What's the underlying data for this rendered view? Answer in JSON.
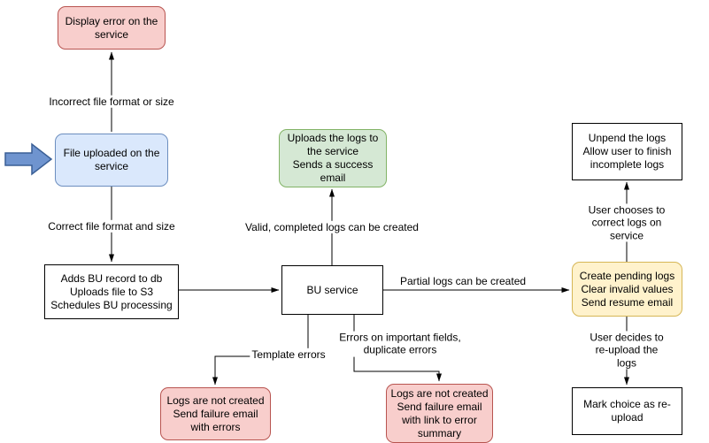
{
  "diagram": {
    "nodes": {
      "display_error": {
        "label": "Display error on the\nservice",
        "fill": "#f8cecc",
        "border": "#b85450"
      },
      "file_uploaded": {
        "label": "File uploaded on the\nservice",
        "fill": "#dae8fc",
        "border": "#6c8ebf"
      },
      "adds_bu": {
        "label": "Adds BU record to db\nUploads file to S3\nSchedules BU processing",
        "fill": "#ffffff",
        "border": "#000000"
      },
      "bu_service": {
        "label": "BU service",
        "fill": "#ffffff",
        "border": "#000000"
      },
      "success_upload": {
        "label": "Uploads the logs to\nthe service\nSends a success\nemail",
        "fill": "#d5e8d4",
        "border": "#82b366"
      },
      "create_pending": {
        "label": "Create pending logs\nClear invalid values\nSend resume email",
        "fill": "#fff2cc",
        "border": "#d6b656"
      },
      "unpend_logs": {
        "label": "Unpend the logs\nAllow user to finish\nincomplete logs",
        "fill": "#ffffff",
        "border": "#000000"
      },
      "mark_reupload": {
        "label": "Mark choice as re-\nupload",
        "fill": "#ffffff",
        "border": "#000000"
      },
      "fail_template": {
        "label": "Logs are not created\nSend failure email\nwith errors",
        "fill": "#f8cecc",
        "border": "#b85450"
      },
      "fail_fields": {
        "label": "Logs are not created\nSend failure email\nwith link to error\nsummary",
        "fill": "#f8cecc",
        "border": "#b85450"
      }
    },
    "edge_labels": {
      "incorrect_format": "Incorrect file format or size",
      "correct_format": "Correct file format and size",
      "valid_logs": "Valid, completed logs can be created",
      "partial_logs": "Partial logs can be created",
      "user_correct": "User chooses to correct logs on service",
      "user_reupload": "User decides to re-upload the logs",
      "template_errors": "Template errors",
      "important_fields": "Errors on important fields,\nduplicate errors"
    },
    "colors": {
      "pink_fill": "#f8cecc",
      "pink_border": "#b85450",
      "blue_fill": "#dae8fc",
      "blue_border": "#6c8ebf",
      "green_fill": "#d5e8d4",
      "green_border": "#82b366",
      "yellow_fill": "#fff2cc",
      "yellow_border": "#d6b656",
      "line_color": "#000000",
      "input_arrow_fill": "#6f94cf",
      "input_arrow_border": "#3a5f96"
    }
  }
}
